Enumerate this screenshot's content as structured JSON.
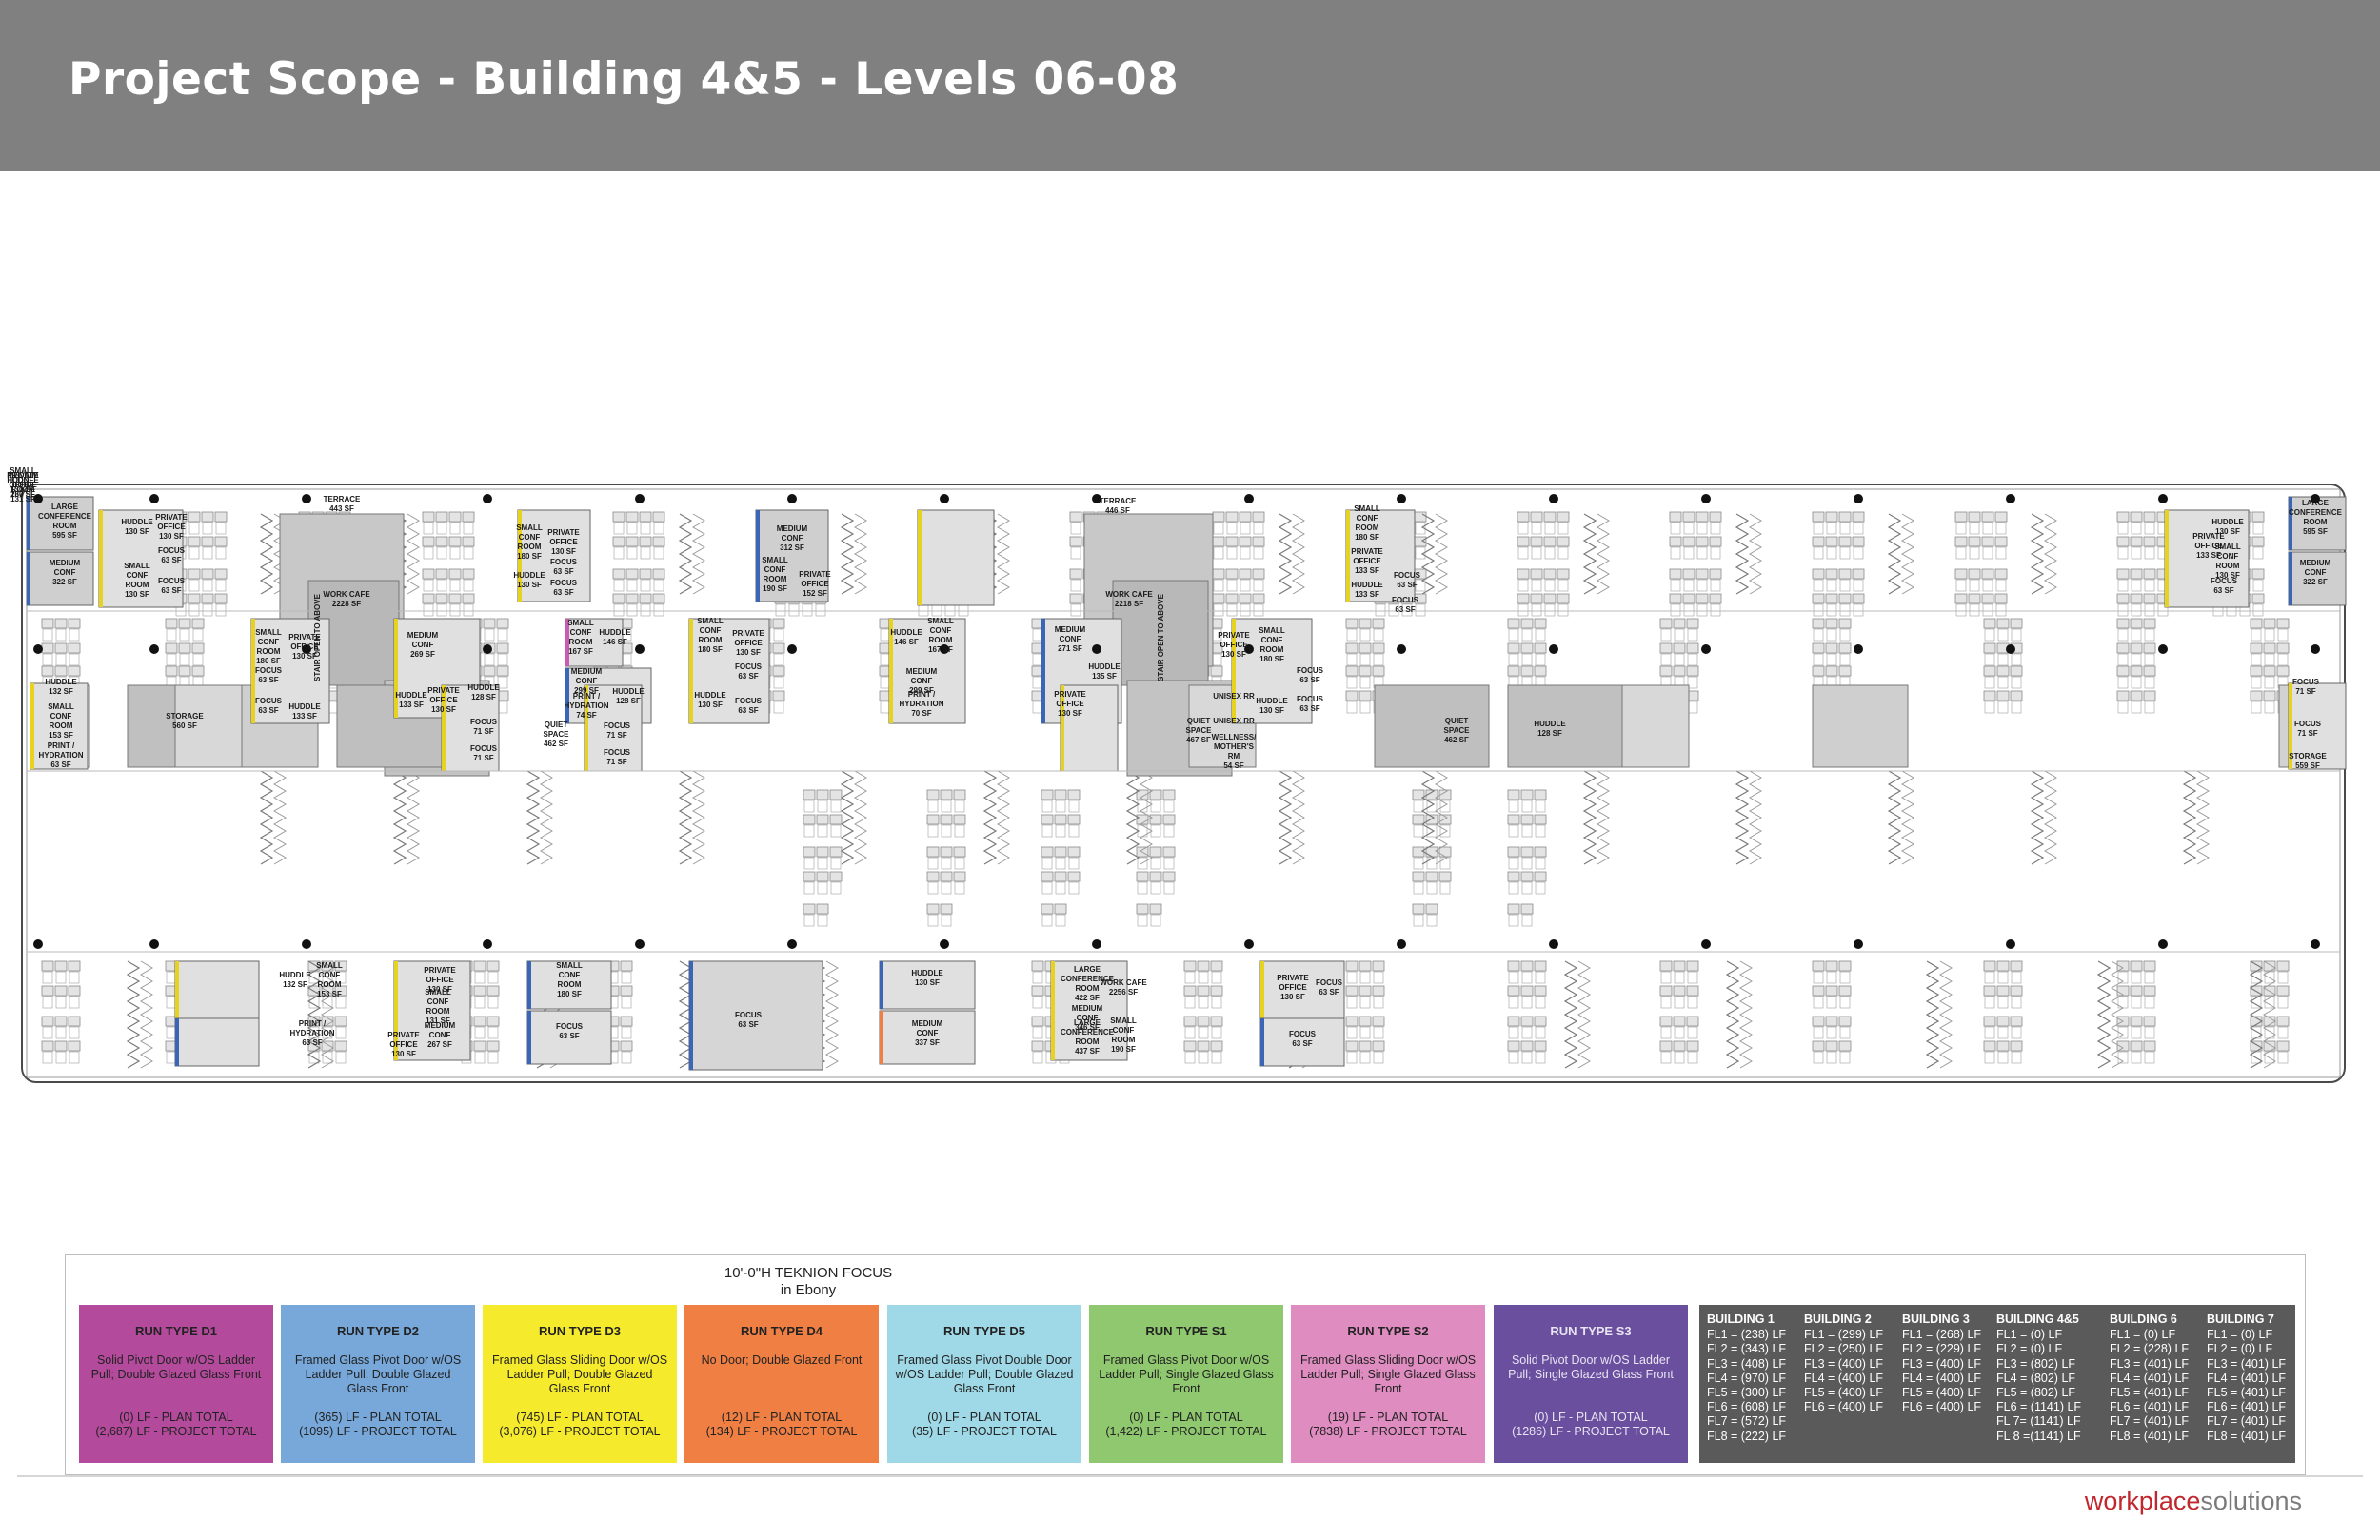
{
  "header": {
    "title": "Project Scope - Building 4&5 - Levels 06-08",
    "background": "#808080"
  },
  "plan": {
    "labels": [
      {
        "t": "LARGE\nCONFERENCE\nROOM\n595 SF"
      },
      {
        "t": "MEDIUM\nCONF\n322 SF"
      },
      {
        "t": "HUDDLE\n130 SF"
      },
      {
        "t": "PRIVATE\nOFFICE\n130 SF"
      },
      {
        "t": "SMALL\nCONF\nROOM\n130 SF"
      },
      {
        "t": "FOCUS\n63 SF"
      },
      {
        "t": "FOCUS\n63 SF"
      },
      {
        "t": "TERRACE\n443 SF"
      },
      {
        "t": "WORK CAFE\n2228 SF"
      },
      {
        "t": "STAIR OPEN TO ABOVE"
      },
      {
        "t": "SMALL\nCONF\nROOM\n180 SF"
      },
      {
        "t": "PRIVATE\nOFFICE\n130 SF"
      },
      {
        "t": "HUDDLE\n130 SF"
      },
      {
        "t": "FOCUS\n63 SF"
      },
      {
        "t": "FOCUS\n63 SF"
      },
      {
        "t": "SMALL\nCONF\nROOM\n180 SF"
      },
      {
        "t": "PRIVATE\nOFFICE\n130 SF"
      },
      {
        "t": "HUDDLE\n133 SF"
      },
      {
        "t": "FOCUS\n63 SF"
      },
      {
        "t": "FOCUS\n63 SF"
      },
      {
        "t": "MEDIUM\nCONF\n269 SF"
      },
      {
        "t": "HUDDLE\n133 SF"
      },
      {
        "t": "PRIVATE\nOFFICE\n130 SF"
      },
      {
        "t": "MEDIUM\nCONF\n312 SF"
      },
      {
        "t": "SMALL\nCONF\nROOM\n190 SF"
      },
      {
        "t": "PRIVATE\nOFFICE\n152 SF"
      },
      {
        "t": "SMALL\nCONF\nROOM\n167 SF"
      },
      {
        "t": "HUDDLE\n146 SF"
      },
      {
        "t": "MEDIUM\nCONF\n299 SF"
      },
      {
        "t": "PRINT /\nHYDRATION\n74 SF"
      },
      {
        "t": "SMALL\nCONF\nROOM\n180 SF"
      },
      {
        "t": "PRIVATE\nOFFICE\n130 SF"
      },
      {
        "t": "HUDDLE\n130 SF"
      },
      {
        "t": "FOCUS\n63 SF"
      },
      {
        "t": "FOCUS\n63 SF"
      },
      {
        "t": "PRIVATE\nOFFICE\n130 SF"
      },
      {
        "t": "SMALL\nCONF\nROOM\n180 SF"
      },
      {
        "t": "HUDDLE\n130 SF"
      },
      {
        "t": "FOCUS\n63 SF"
      },
      {
        "t": "FOCUS\n63 SF"
      },
      {
        "t": "HUDDLE\n146 SF"
      },
      {
        "t": "SMALL\nCONF\nROOM\n167 SF"
      },
      {
        "t": "MEDIUM\nCONF\n299 SF"
      },
      {
        "t": "PRINT /\nHYDRATION\n70 SF"
      },
      {
        "t": "MEDIUM\nCONF\n271 SF"
      },
      {
        "t": "HUDDLE\n135 SF"
      },
      {
        "t": "PRIVATE\nOFFICE\n130 SF"
      },
      {
        "t": "TERRACE\n446 SF"
      },
      {
        "t": "WORK CAFE\n2218 SF"
      },
      {
        "t": "STAIR OPEN TO ABOVE"
      },
      {
        "t": "SMALL\nCONF\nROOM\n180 SF"
      },
      {
        "t": "PRIVATE\nOFFICE\n133 SF"
      },
      {
        "t": "HUDDLE\n133 SF"
      },
      {
        "t": "FOCUS\n63 SF"
      },
      {
        "t": "FOCUS\n63 SF"
      },
      {
        "t": "PRIVATE\nOFFICE\n133 SF"
      },
      {
        "t": "HUDDLE\n130 SF"
      },
      {
        "t": "SMALL\nCONF\nROOM\n130 SF"
      },
      {
        "t": "FOCUS\n63 SF"
      },
      {
        "t": "LARGE\nCONFERENCE\nROOM\n595 SF"
      },
      {
        "t": "MEDIUM\nCONF\n322 SF"
      },
      {
        "t": "HUDDLE\n132 SF"
      },
      {
        "t": "SMALL\nCONF\nROOM\n153 SF"
      },
      {
        "t": "PRINT /\nHYDRATION\n63 SF"
      },
      {
        "t": "STORAGE\n560 SF"
      },
      {
        "t": "HUDDLE\n128 SF"
      },
      {
        "t": "FOCUS\n71 SF"
      },
      {
        "t": "FOCUS\n71 SF"
      },
      {
        "t": "QUIET\nSPACE\n462 SF"
      },
      {
        "t": "HUDDLE\n128 SF"
      },
      {
        "t": "FOCUS\n71 SF"
      },
      {
        "t": "FOCUS\n71 SF"
      },
      {
        "t": "QUIET\nSPACE\n467 SF"
      },
      {
        "t": "UNISEX RR"
      },
      {
        "t": "UNISEX RR"
      },
      {
        "t": "WELLNESS/\nMOTHER'S\nRM\n54 SF"
      },
      {
        "t": "QUIET\nSPACE\n462 SF"
      },
      {
        "t": "HUDDLE\n128 SF"
      },
      {
        "t": "FOCUS\n71 SF"
      },
      {
        "t": "FOCUS\n71 SF"
      },
      {
        "t": "STORAGE\n559 SF"
      },
      {
        "t": "HUDDLE\n132 SF"
      },
      {
        "t": "SMALL\nCONF\nROOM\n153 SF"
      },
      {
        "t": "PRINT /\nHYDRATION\n63 SF"
      },
      {
        "t": "PRIVATE\nOFFICE\n130 SF"
      },
      {
        "t": "SMALL\nCONF\nROOM\n131 SF"
      },
      {
        "t": "MEDIUM\nCONF\n267 SF"
      },
      {
        "t": "PRIVATE\nOFFICE\n130 SF"
      },
      {
        "t": "SMALL\nCONF\nROOM\n180 SF"
      },
      {
        "t": "FOCUS\n63 SF"
      },
      {
        "t": "FOCUS\n63 SF"
      },
      {
        "t": "HUDDLE\n130 SF"
      },
      {
        "t": "MEDIUM\nCONF\n337 SF"
      },
      {
        "t": "LARGE\nCONFERENCE\nROOM\n422 SF"
      },
      {
        "t": "WORK CAFE\n2256 SF"
      },
      {
        "t": "MEDIUM\nCONF\n346 SF"
      },
      {
        "t": "LARGE\nCONFERENCE\nROOM\n437 SF"
      },
      {
        "t": "SMALL\nCONF\nROOM\n190 SF"
      },
      {
        "t": "PRIVATE\nOFFICE\n130 SF"
      },
      {
        "t": "FOCUS\n63 SF"
      },
      {
        "t": "FOCUS\n63 SF"
      },
      {
        "t": "HUDDLE\n130 SF"
      },
      {
        "t": "SMALL\nCONF\nROOM\n131 SF"
      },
      {
        "t": "PRIVATE\nOFFICE\n130 SF"
      },
      {
        "t": "MEDIUM\nCONF\n267 SF"
      }
    ]
  },
  "legend": {
    "heading_line1": "10'-0\"H TEKNION FOCUS",
    "heading_line2": "in Ebony",
    "runs": [
      {
        "title": "RUN TYPE D1",
        "desc": "Solid Pivot Door w/OS Ladder Pull; Double Glazed Glass Front",
        "plan_total": "(0) LF - PLAN TOTAL",
        "project_total": "(2,687) LF - PROJECT TOTAL",
        "color": "#b44a9c"
      },
      {
        "title": "RUN TYPE D2",
        "desc": "Framed Glass Pivot Door w/OS Ladder Pull; Double Glazed Glass Front",
        "plan_total": "(365) LF - PLAN TOTAL",
        "project_total": "(1095) LF - PROJECT TOTAL",
        "color": "#77a8d9"
      },
      {
        "title": "RUN TYPE D3",
        "desc": "Framed Glass Sliding Door w/OS Ladder Pull; Double Glazed Glass Front",
        "plan_total": "(745) LF - PLAN TOTAL",
        "project_total": "(3,076) LF - PROJECT TOTAL",
        "color": "#f5ea2c"
      },
      {
        "title": "RUN TYPE D4",
        "desc": "No Door; Double Glazed Front",
        "plan_total": "(12) LF - PLAN TOTAL",
        "project_total": "(134) LF - PROJECT TOTAL",
        "color": "#f07f43"
      },
      {
        "title": "RUN TYPE D5",
        "desc": "Framed Glass Pivot Double Door w/OS Ladder Pull; Double Glazed Glass Front",
        "plan_total": "(0) LF - PLAN TOTAL",
        "project_total": "(35) LF - PROJECT TOTAL",
        "color": "#9fd8e6"
      },
      {
        "title": "RUN TYPE S1",
        "desc": "Framed Glass Pivot Door w/OS Ladder Pull; Single Glazed Glass Front",
        "plan_total": "(0) LF - PLAN TOTAL",
        "project_total": "(1,422) LF - PROJECT TOTAL",
        "color": "#8fc86f"
      },
      {
        "title": "RUN TYPE S2",
        "desc": "Framed Glass Sliding Door w/OS Ladder Pull; Single Glazed Glass Front",
        "plan_total": "(19) LF - PLAN TOTAL",
        "project_total": "(7838) LF - PROJECT TOTAL",
        "color": "#df8cc0"
      },
      {
        "title": "RUN TYPE S3",
        "desc": "Solid Pivot Door w/OS Ladder Pull; Single Glazed Glass Front",
        "plan_total": "(0) LF - PLAN TOTAL",
        "project_total": "(1286) LF - PROJECT TOTAL",
        "color": "#6a4f9f"
      }
    ],
    "buildings": [
      {
        "name": "BUILDING 1",
        "items": [
          "FL1 = (238) LF",
          "FL2 = (343) LF",
          "FL3 = (408) LF",
          "FL4 = (970) LF",
          "FL5 = (300) LF",
          "FL6 = (608) LF",
          "FL7 = (572) LF",
          "FL8 = (222) LF"
        ]
      },
      {
        "name": "BUILDING 2",
        "items": [
          "FL1 = (299) LF",
          "FL2 = (250) LF",
          "FL3 = (400) LF",
          "FL4 = (400) LF",
          "FL5 = (400) LF",
          "FL6 = (400) LF"
        ]
      },
      {
        "name": "BUILDING 3",
        "items": [
          "FL1 = (268) LF",
          "FL2 = (229) LF",
          "FL3 = (400) LF",
          "FL4 = (400) LF",
          "FL5 = (400) LF",
          "FL6 = (400) LF"
        ]
      },
      {
        "name": "BUILDING 4&5",
        "items": [
          "FL1 = (0) LF",
          "FL2 = (0) LF",
          "FL3 = (802) LF",
          "FL4 = (802) LF",
          "FL5 = (802) LF",
          "FL6 = (1141) LF",
          "FL 7= (1141) LF",
          "FL 8 =(1141) LF"
        ]
      },
      {
        "name": "BUILDING 6",
        "items": [
          "FL1 = (0) LF",
          "FL2 = (228) LF",
          "FL3 = (401) LF",
          "FL4 = (401) LF",
          "FL5 = (401) LF",
          "FL6 = (401) LF",
          "FL7 = (401) LF",
          "FL8 = (401) LF"
        ]
      },
      {
        "name": "BUILDING 7",
        "items": [
          "FL1 = (0) LF",
          "FL2 = (0) LF",
          "FL3 = (401) LF",
          "FL4 = (401) LF",
          "FL5 = (401) LF",
          "FL6 = (401) LF",
          "FL7 = (401) LF",
          "FL8 = (401) LF"
        ]
      }
    ]
  },
  "footer": {
    "brand_part1": "workplace",
    "brand_part2": "solutions",
    "color": "#c0282e"
  }
}
